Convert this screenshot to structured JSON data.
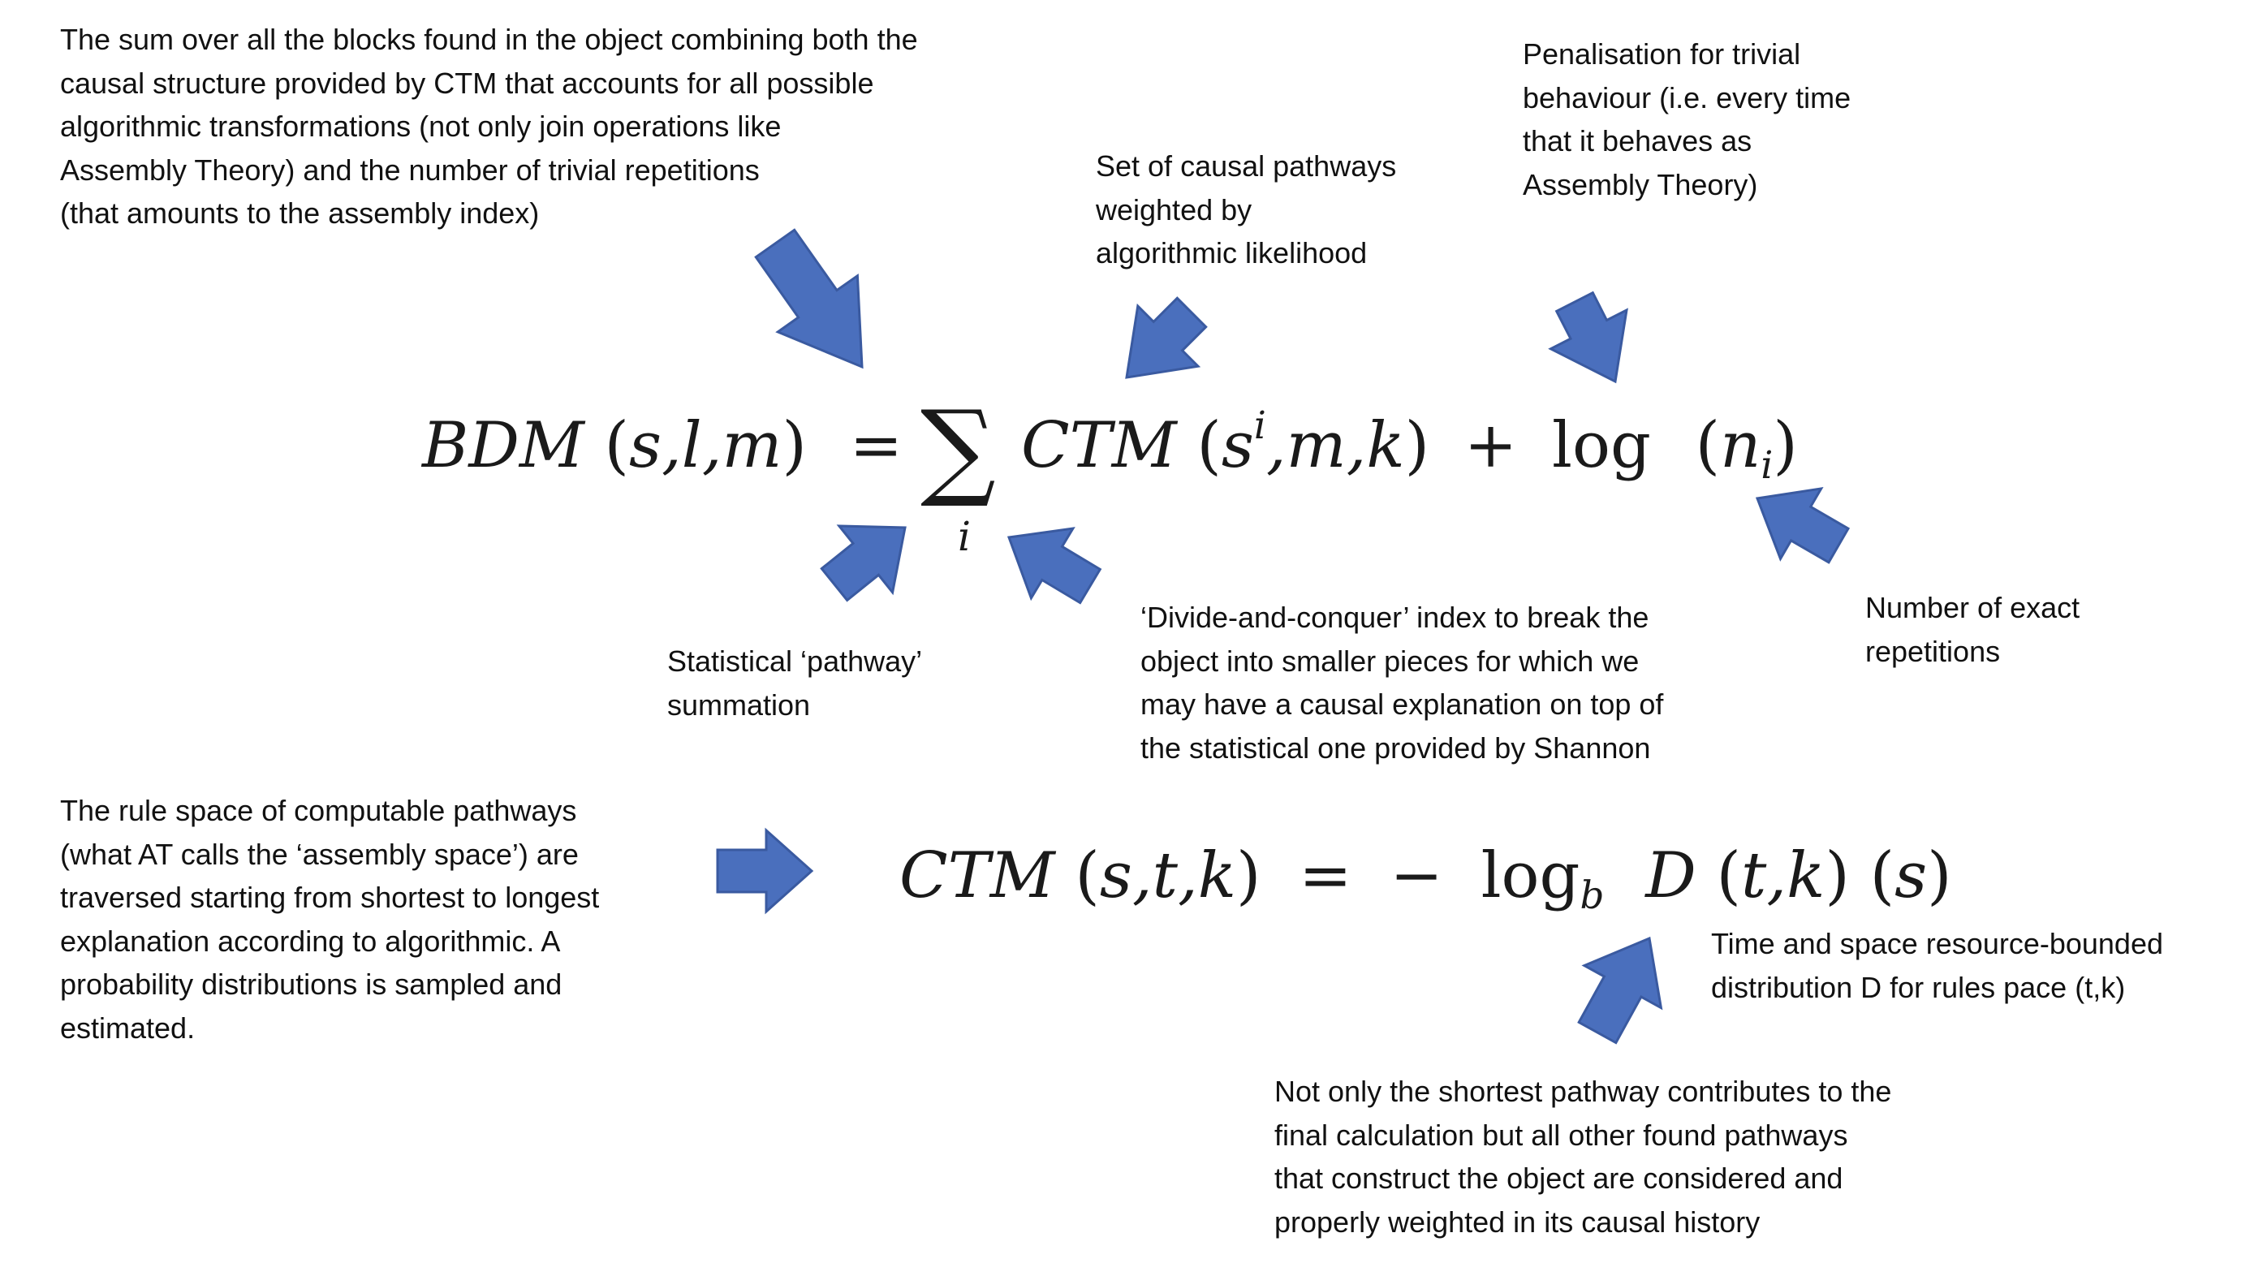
{
  "colors": {
    "arrow": "#4A6FBD",
    "arrow_stroke": "#3A5AA0",
    "text": "#111111",
    "equation": "#1a1a1a"
  },
  "annotations": {
    "sum_blocks": [
      "The sum over all the blocks found in the object combining both the",
      "causal structure provided by CTM that accounts for all possible",
      "algorithmic transformations (not only join operations like",
      "Assembly Theory) and the number of trivial repetitions",
      "(that amounts to the assembly index)"
    ],
    "causal_pathways": [
      "Set of causal pathways",
      "weighted by",
      "algorithmic  likelihood"
    ],
    "penalisation": [
      "Penalisation for trivial",
      "behaviour (i.e. every time",
      "that it behaves as",
      "Assembly Theory)"
    ],
    "statistical_pathway": [
      "Statistical ‘pathway’",
      "summation"
    ],
    "divide_conquer": [
      "‘Divide-and-conquer’ index to break the",
      "object into smaller pieces for which we",
      "may have a causal explanation on top of",
      "the statistical one provided by Shannon"
    ],
    "exact_repetitions": [
      "Number of exact",
      "repetitions"
    ],
    "rule_space": [
      "The rule space of computable pathways",
      "(what AT calls the ‘assembly space’) are",
      "traversed starting from shortest to longest",
      "explanation according to algorithmic. A",
      "probability distributions is sampled and",
      "estimated."
    ],
    "time_space": [
      "Time and space resource-bounded",
      "distribution D for rules pace (t,k)"
    ],
    "shortest_pathway": [
      "Not only the shortest pathway contributes to the",
      "final calculation but all other found pathways",
      "that construct the object are considered and",
      "properly weighted in its causal history"
    ]
  },
  "equation_bdm": {
    "lhs_name": "BDM",
    "lhs_args_open": "(",
    "lhs_args": "s,l,m",
    "lhs_args_close": ")",
    "equals": "=",
    "sigma": "∑",
    "sigma_index": "i",
    "term_name": "CTM",
    "term_open": "(",
    "term_s": "s",
    "term_s_sup": "i",
    "term_rest": ",m,k",
    "term_close": ")",
    "plus": "+",
    "log": "log",
    "n_open": "(",
    "n": "n",
    "n_sub": "i",
    "n_close": ")"
  },
  "equation_ctm": {
    "lhs_name": "CTM",
    "lhs_open": "(",
    "lhs_args": "s,t,k",
    "lhs_close": ")",
    "equals": "=",
    "minus": "−",
    "log": "log",
    "log_base": "b",
    "dist_name": "D",
    "dist_open": "(",
    "dist_args": "t,k",
    "dist_close": ")",
    "arg_open": "(",
    "arg": "s",
    "arg_close": ")"
  }
}
